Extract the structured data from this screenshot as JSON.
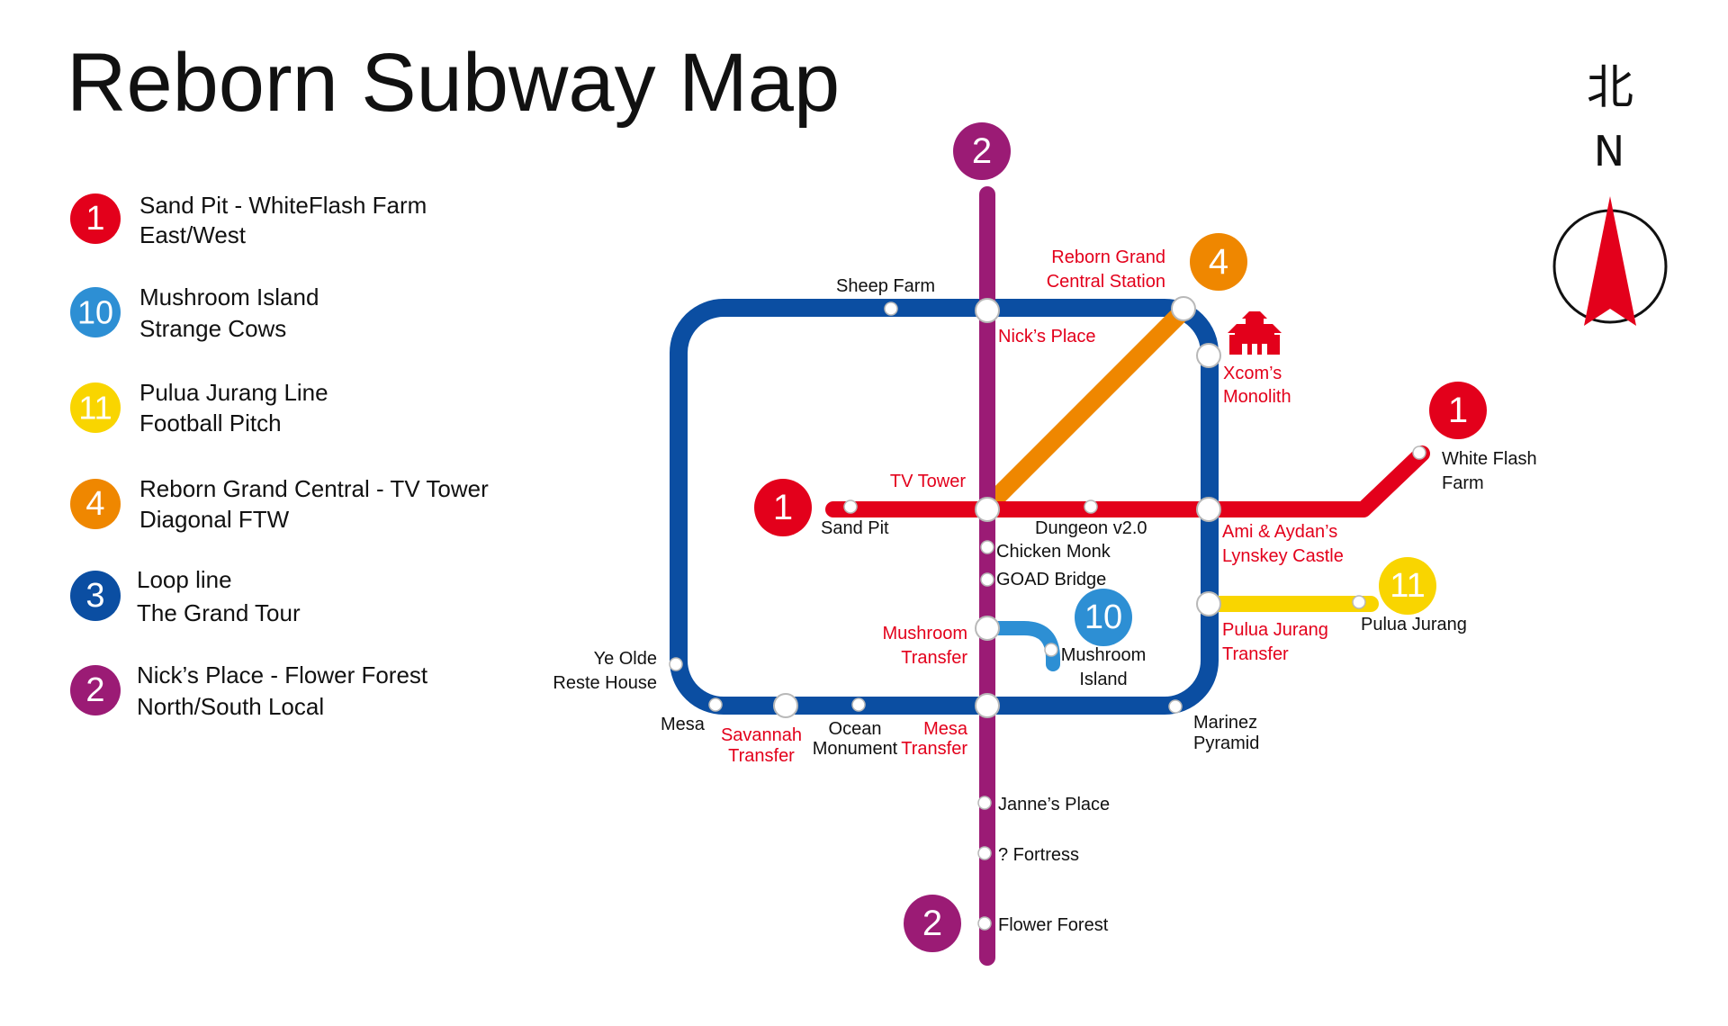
{
  "title": "Reborn Subway Map",
  "colors": {
    "line1": "#e3001b",
    "line10": "#2d8fd4",
    "line11": "#f9d500",
    "line4": "#ef8700",
    "line3": "#0b4ea2",
    "line2": "#9b1b75",
    "red_label": "#e3001b"
  },
  "legend": [
    {
      "number": "1",
      "color": "#e3001b",
      "line1": "Sand Pit - WhiteFlash Farm",
      "line2": "East/West"
    },
    {
      "number": "10",
      "color": "#2d8fd4",
      "line1": "Mushroom Island",
      "line2": "Strange Cows"
    },
    {
      "number": "11",
      "color": "#f9d500",
      "line1": "Pulua Jurang Line",
      "line2": "Football Pitch"
    },
    {
      "number": "4",
      "color": "#ef8700",
      "line1": "Reborn Grand Central - TV Tower",
      "line2": "Diagonal FTW"
    },
    {
      "number": "3",
      "color": "#0b4ea2",
      "line1": "Loop line",
      "line2": "The Grand Tour"
    },
    {
      "number": "2",
      "color": "#9b1b75",
      "line1": "Nick’s Place - Flower Forest",
      "line2": "North/South Local"
    }
  ],
  "compass": {
    "chinese": "北",
    "letter": "N"
  },
  "line_badges": {
    "line2_top": "2",
    "line2_bottom": "2",
    "line4": "4",
    "line1_west": "1",
    "line1_east": "1",
    "line10": "10",
    "line11": "11"
  },
  "stations": {
    "sheep_farm": "Sheep Farm",
    "nicks_place": "Nick’s Place",
    "reborn_grand_1": "Reborn Grand",
    "reborn_grand_2": "Central Station",
    "xcom_1": "Xcom’s",
    "xcom_2": "Monolith",
    "white_flash_1": "White Flash",
    "white_flash_2": "Farm",
    "tv_tower": "TV Tower",
    "sand_pit": "Sand Pit",
    "dungeon": "Dungeon v2.0",
    "ami_1": "Ami & Aydan’s",
    "ami_2": "Lynskey Castle",
    "chicken_monk": "Chicken Monk",
    "goad_bridge": "GOAD Bridge",
    "mushroom_transfer_1": "Mushroom",
    "mushroom_transfer_2": "Transfer",
    "mushroom_island_1": "Mushroom",
    "mushroom_island_2": "Island",
    "pulua_transfer_1": "Pulua Jurang",
    "pulua_transfer_2": "Transfer",
    "pulua_jurang": "Pulua Jurang",
    "ye_olde_1": "Ye Olde",
    "ye_olde_2": "Reste House",
    "mesa": "Mesa",
    "savannah_1": "Savannah",
    "savannah_2": "Transfer",
    "ocean_1": "Ocean",
    "ocean_2": "Monument",
    "mesa_transfer_1": "Mesa",
    "mesa_transfer_2": "Transfer",
    "marinez_1": "Marinez",
    "marinez_2": "Pyramid",
    "jannes_place": "Janne’s Place",
    "fortress": "? Fortress",
    "flower_forest": "Flower Forest"
  }
}
